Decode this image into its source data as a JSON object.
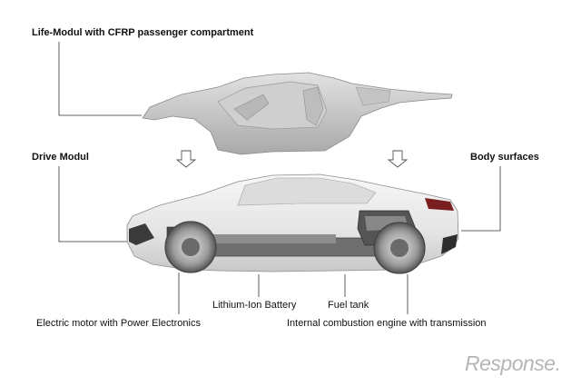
{
  "labels": {
    "life_modul": "Life-Modul with CFRP passenger compartment",
    "drive_modul": "Drive Modul",
    "body_surfaces": "Body surfaces",
    "battery": "Lithium-Ion Battery",
    "fuel_tank": "Fuel tank",
    "electric_motor": "Electric motor with Power Electronics",
    "combustion_engine": "Internal combustion engine with transmission"
  },
  "watermark": "Response."
}
